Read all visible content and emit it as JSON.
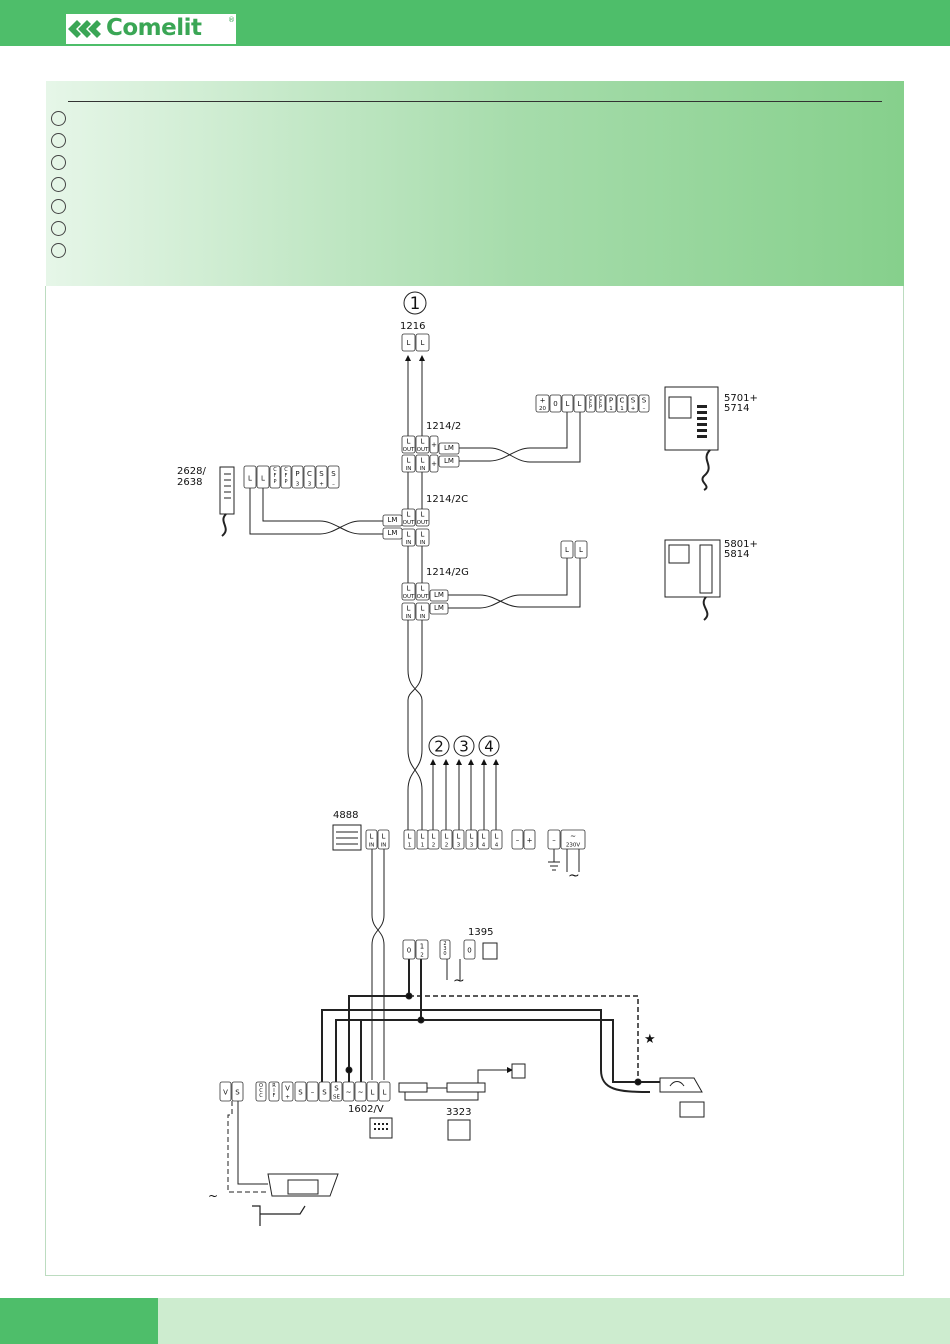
{
  "brand": {
    "name": "Comelit",
    "mark": "®"
  },
  "header_markers": 7,
  "callouts": {
    "a": "1",
    "b": "2",
    "c": "3",
    "d": "4"
  },
  "devices": {
    "d1216": "1216",
    "d1214_2": "1214/2",
    "d1214_2c": "1214/2C",
    "d1214_2g": "1214/2G",
    "d5701_a": "5701+",
    "d5701_b": "5714",
    "d5801_a": "5801+",
    "d5801_b": "5814",
    "d2628_a": "2628/",
    "d2628_b": "2638",
    "d4888": "4888",
    "d1395": "1395",
    "d1602": "1602/V",
    "d3323": "3323"
  },
  "terminals": {
    "L": "L",
    "LM": "LM",
    "OUT": "OUT",
    "IN": "IN",
    "plus": "+",
    "minus": "–",
    "p20": "20",
    "zero": "0",
    "one": "1",
    "two": "2",
    "three": "3",
    "four": "4",
    "CFP": "CFP",
    "P": "P",
    "C": "C",
    "S": "S",
    "V": "V",
    "V230": "230V",
    "OCC": "OCC",
    "RIF": "RIF",
    "SE": "SE",
    "tilde": "~",
    "star": "★"
  }
}
